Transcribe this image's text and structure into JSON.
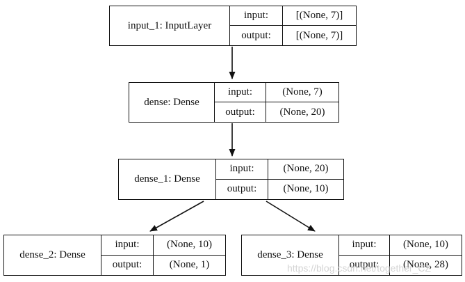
{
  "diagram": {
    "type": "keras-model-plot",
    "labels": {
      "input": "input:",
      "output": "output:"
    },
    "nodes": [
      {
        "id": "input_1",
        "name": "input_1: InputLayer",
        "input": "[(None, 7)]",
        "output": "[(None, 7)]"
      },
      {
        "id": "dense",
        "name": "dense: Dense",
        "input": "(None, 7)",
        "output": "(None, 20)"
      },
      {
        "id": "dense_1",
        "name": "dense_1: Dense",
        "input": "(None, 20)",
        "output": "(None, 10)"
      },
      {
        "id": "dense_2",
        "name": "dense_2: Dense",
        "input": "(None, 10)",
        "output": "(None, 1)"
      },
      {
        "id": "dense_3",
        "name": "dense_3: Dense",
        "input": "(None, 10)",
        "output": "(None, 28)"
      }
    ],
    "edges": [
      {
        "from": "input_1",
        "to": "dense"
      },
      {
        "from": "dense",
        "to": "dense_1"
      },
      {
        "from": "dense_1",
        "to": "dense_2"
      },
      {
        "from": "dense_1",
        "to": "dense_3"
      }
    ],
    "colors": {
      "border": "#111111",
      "background": "#ffffff",
      "watermark": "#cdcdcd"
    },
    "watermark_text": "https://blog.csdn.net/together_CZ"
  }
}
